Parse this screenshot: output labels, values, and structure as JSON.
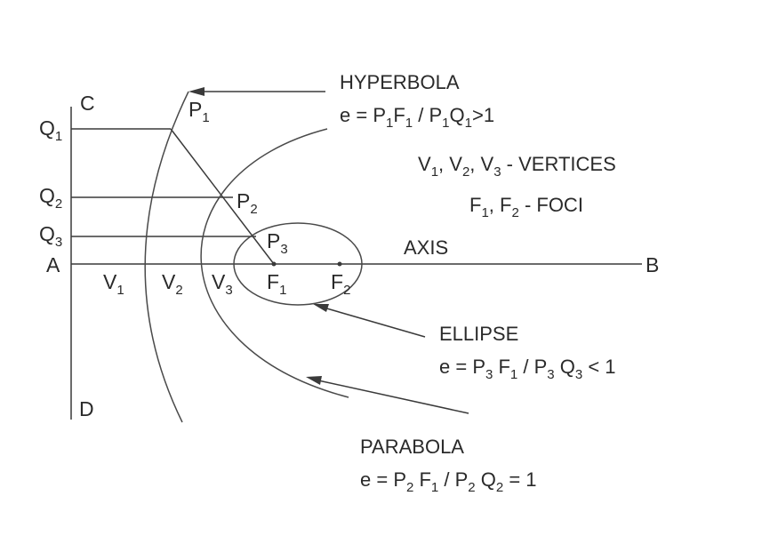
{
  "points": {
    "A": "A",
    "B": "B",
    "C": "C",
    "D": "D",
    "Q": "Q",
    "P": "P",
    "V": "V",
    "F": "F",
    "i1": "1",
    "i2": "2",
    "i3": "3"
  },
  "axis_label": "AXIS",
  "hyperbola": {
    "name": "HYPERBOLA",
    "eq": {
      "e": "e = ",
      "p": "P",
      "f": "F",
      "slash": " / ",
      "q": "Q",
      "rel": ">1",
      "i": "1"
    }
  },
  "ellipse": {
    "name": "ELLIPSE",
    "eq": {
      "e": "e = ",
      "p": "P",
      "f": "F",
      "slash": " / ",
      "q": "Q",
      "rel": " < 1",
      "i": "3",
      "fi": "1"
    }
  },
  "parabola": {
    "name": "PARABOLA",
    "eq": {
      "e": "e = ",
      "p": "P",
      "f": "F",
      "slash": " / ",
      "q": "Q",
      "rel": " = 1",
      "i": "2",
      "fi": "1"
    }
  },
  "vertices_note": {
    "v": "V",
    "sep": ", ",
    "text": " - VERTICES",
    "i1": "1",
    "i2": "2",
    "i3": "3"
  },
  "foci_note": {
    "f": "F",
    "sep": ", ",
    "text": " - FOCI",
    "i1": "1",
    "i2": "2"
  }
}
